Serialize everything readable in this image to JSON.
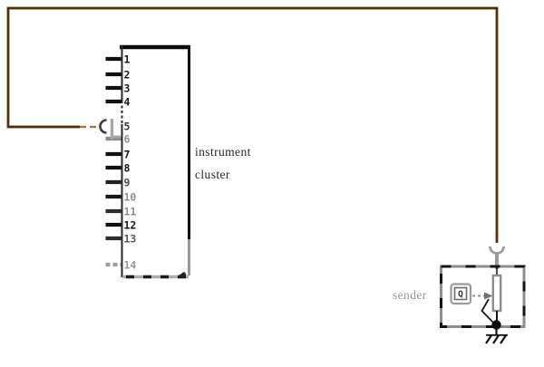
{
  "cluster": {
    "label_line1": "instrument",
    "label_line2": "cluster",
    "pins": [
      {
        "n": "1",
        "num_color": "#161616",
        "tick_color": "#101010",
        "tick": "solid"
      },
      {
        "n": "2",
        "num_color": "#161616",
        "tick_color": "#101010",
        "tick": "solid"
      },
      {
        "n": "3",
        "num_color": "#161616",
        "tick_color": "#101010",
        "tick": "solid"
      },
      {
        "n": "4",
        "num_color": "#161616",
        "tick_color": "#101010",
        "tick": "solid"
      },
      {
        "n": "5",
        "num_color": "#3a3a3a",
        "tick_color": "none",
        "tick": "connector"
      },
      {
        "n": "6",
        "num_color": "#8f8f8f",
        "tick_color": "#8a8a8a",
        "tick": "solid"
      },
      {
        "n": "7",
        "num_color": "#161616",
        "tick_color": "#101010",
        "tick": "solid"
      },
      {
        "n": "8",
        "num_color": "#161616",
        "tick_color": "#101010",
        "tick": "solid"
      },
      {
        "n": "9",
        "num_color": "#4a4a4a",
        "tick_color": "#222222",
        "tick": "solid"
      },
      {
        "n": "10",
        "num_color": "#8e8e8e",
        "tick_color": "#181818",
        "tick": "solid"
      },
      {
        "n": "11",
        "num_color": "#8e8e8e",
        "tick_color": "#2e2e2e",
        "tick": "solid"
      },
      {
        "n": "12",
        "num_color": "#1a1a1a",
        "tick_color": "#101010",
        "tick": "solid"
      },
      {
        "n": "13",
        "num_color": "#555555",
        "tick_color": "#2e2e2e",
        "tick": "solid"
      },
      {
        "n": "14",
        "num_color": "#9a9a9a",
        "tick_color": "#9f9f9f",
        "tick": "dashed"
      }
    ]
  },
  "sender": {
    "label": "sender",
    "symbol_letter": "Q"
  },
  "colors": {
    "wire_core": "#231405",
    "wire_tan": "#b9895a",
    "wire_fade": "#c9a06b",
    "ink": "#111111",
    "faded_gray": "#9a9a9a",
    "label_ink": "#2b2b2b"
  }
}
